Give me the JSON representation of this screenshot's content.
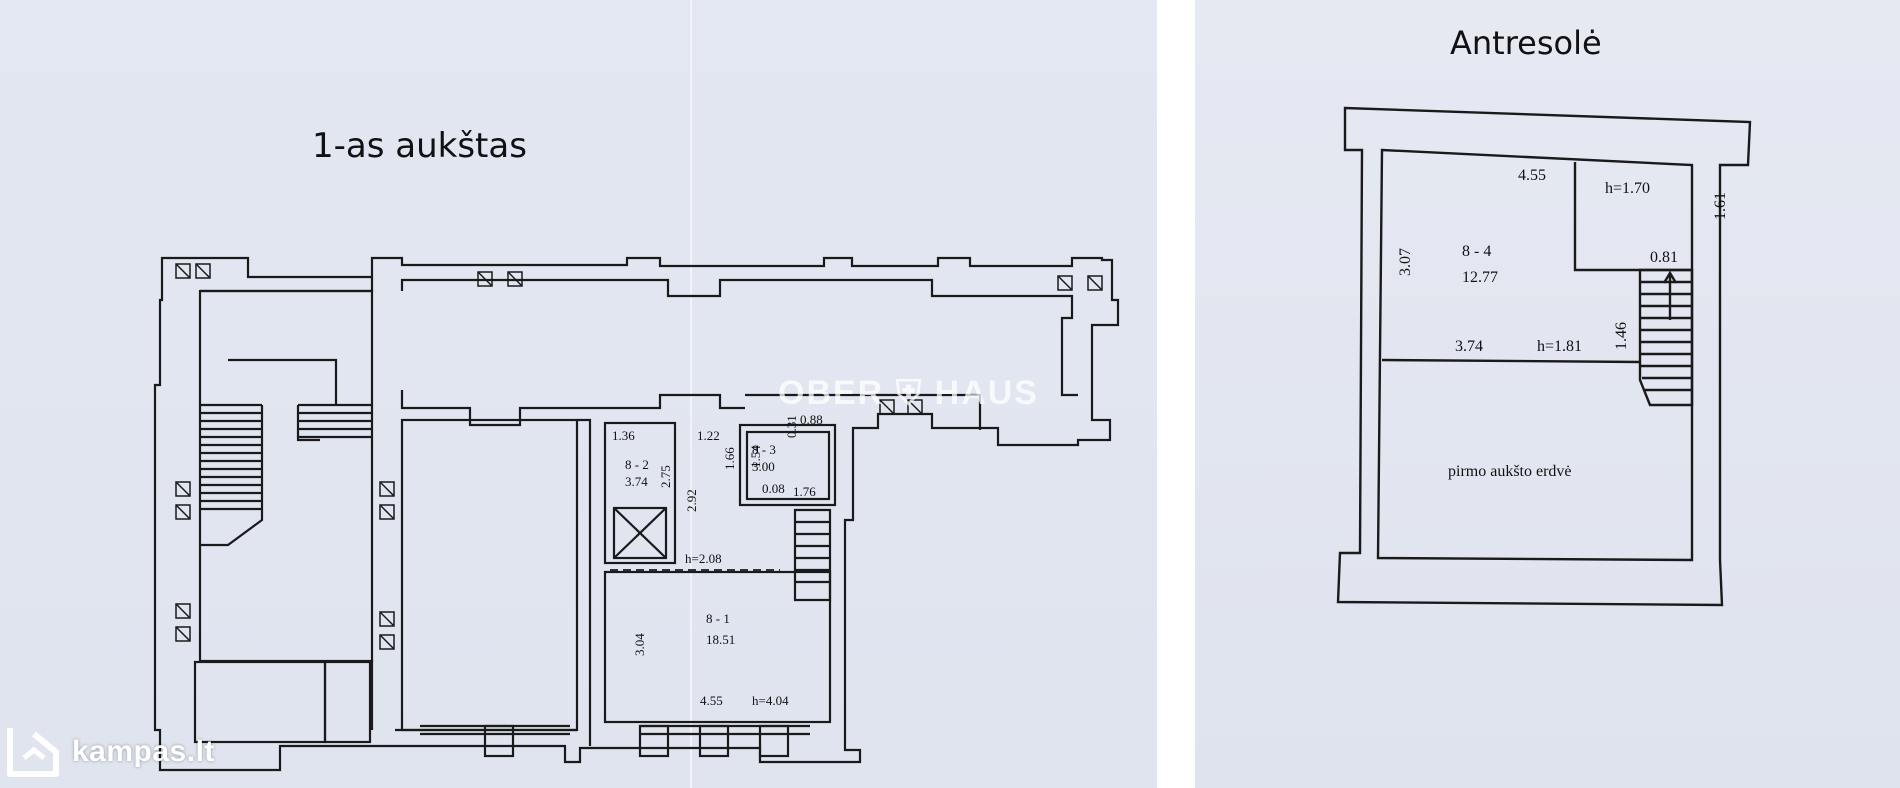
{
  "left_plan": {
    "title": "1-as aukštas",
    "labels": {
      "r2_dim": "1.36",
      "r2_id": "8 - 2",
      "r2_area": "3.74",
      "r2_h": "2.75",
      "corr_w": "1.22",
      "corr_h": "2.92",
      "r3_d1": "1.66",
      "r3_d2": "1.54",
      "r3_id": "8 - 3",
      "r3_area": "3.00",
      "r3_d3": "0.08",
      "r3_d4": "1.76",
      "r3_top1": "0.31",
      "r3_top2": "0.88",
      "h_mid": "h=2.08",
      "r1_id": "8 - 1",
      "r1_area": "18.51",
      "r1_d": "3.04",
      "r1_w": "4.55",
      "r1_h": "h=4.04"
    }
  },
  "right_plan": {
    "title": "Antresolė",
    "labels": {
      "top_w": "4.55",
      "top_h": "h=1.70",
      "side_h": "1.61",
      "left_h": "3.07",
      "room_id": "8 - 4",
      "room_area": "12.77",
      "stair_w": "0.81",
      "stair_h": "1.46",
      "mid_w": "3.74",
      "mid_h": "h=1.81",
      "space": "pirmo aukšto erdvė"
    }
  },
  "watermarks": {
    "site": "kampas.lt",
    "agency_a": "OBER",
    "agency_b": "HAUS"
  },
  "icons": [
    "kampas-logo-icon",
    "ober-haus-shield-icon"
  ]
}
